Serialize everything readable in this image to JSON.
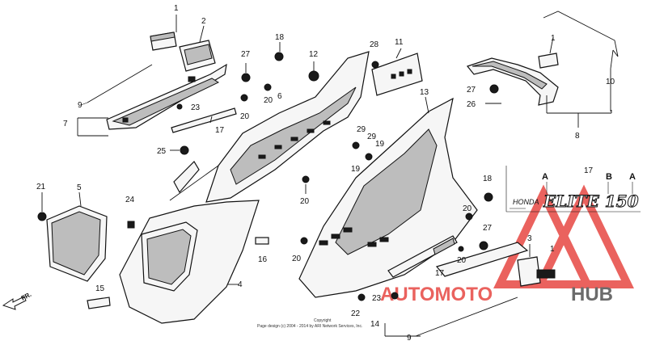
{
  "callouts": [
    {
      "id": "c-1a",
      "text": "1"
    },
    {
      "id": "c-2",
      "text": "2"
    },
    {
      "id": "c-27a",
      "text": "27"
    },
    {
      "id": "c-18a",
      "text": "18"
    },
    {
      "id": "c-12",
      "text": "12"
    },
    {
      "id": "c-28",
      "text": "28"
    },
    {
      "id": "c-11",
      "text": "11"
    },
    {
      "id": "c-1b",
      "text": "1"
    },
    {
      "id": "c-10",
      "text": "10"
    },
    {
      "id": "c-9a",
      "text": "9"
    },
    {
      "id": "c-7",
      "text": "7"
    },
    {
      "id": "c-23a",
      "text": "23"
    },
    {
      "id": "c-17a",
      "text": "17"
    },
    {
      "id": "c-20a",
      "text": "20"
    },
    {
      "id": "c-20b",
      "text": "20"
    },
    {
      "id": "c-6",
      "text": "6"
    },
    {
      "id": "c-13",
      "text": "13"
    },
    {
      "id": "c-27b",
      "text": "27"
    },
    {
      "id": "c-26",
      "text": "26"
    },
    {
      "id": "c-8",
      "text": "8"
    },
    {
      "id": "c-25",
      "text": "25"
    },
    {
      "id": "c-29a",
      "text": "29"
    },
    {
      "id": "c-29b",
      "text": "29"
    },
    {
      "id": "c-19a",
      "text": "19"
    },
    {
      "id": "c-19b",
      "text": "19"
    },
    {
      "id": "c-21",
      "text": "21"
    },
    {
      "id": "c-5",
      "text": "5"
    },
    {
      "id": "c-24",
      "text": "24"
    },
    {
      "id": "c-20c",
      "text": "20"
    },
    {
      "id": "c-18b",
      "text": "18"
    },
    {
      "id": "c-17b",
      "text": "17"
    },
    {
      "id": "c-B",
      "text": "B"
    },
    {
      "id": "c-A1",
      "text": "A"
    },
    {
      "id": "c-A2",
      "text": "A"
    },
    {
      "id": "c-20d",
      "text": "20"
    },
    {
      "id": "c-27c",
      "text": "27"
    },
    {
      "id": "c-3",
      "text": "3"
    },
    {
      "id": "c-16",
      "text": "16"
    },
    {
      "id": "c-20e",
      "text": "20"
    },
    {
      "id": "c-20f",
      "text": "20"
    },
    {
      "id": "c-1c",
      "text": "1"
    },
    {
      "id": "c-17c",
      "text": "17"
    },
    {
      "id": "c-4",
      "text": "4"
    },
    {
      "id": "c-15",
      "text": "15"
    },
    {
      "id": "c-22",
      "text": "22"
    },
    {
      "id": "c-23b",
      "text": "23"
    },
    {
      "id": "c-14",
      "text": "14"
    },
    {
      "id": "c-9b",
      "text": "9"
    }
  ],
  "emblem": {
    "brand": "HONDA",
    "model": "ELITE 150"
  },
  "direction_label": "FR.",
  "copyright": {
    "line1": "Copyright",
    "line2": "Page design (c) 2004 - 2014 by ARI Network Services, Inc."
  },
  "watermark": {
    "part_a": "AUTOMOTO",
    "part_b": "HUB",
    "accent": "#e8524d",
    "secondary": "#5b5b5b"
  }
}
